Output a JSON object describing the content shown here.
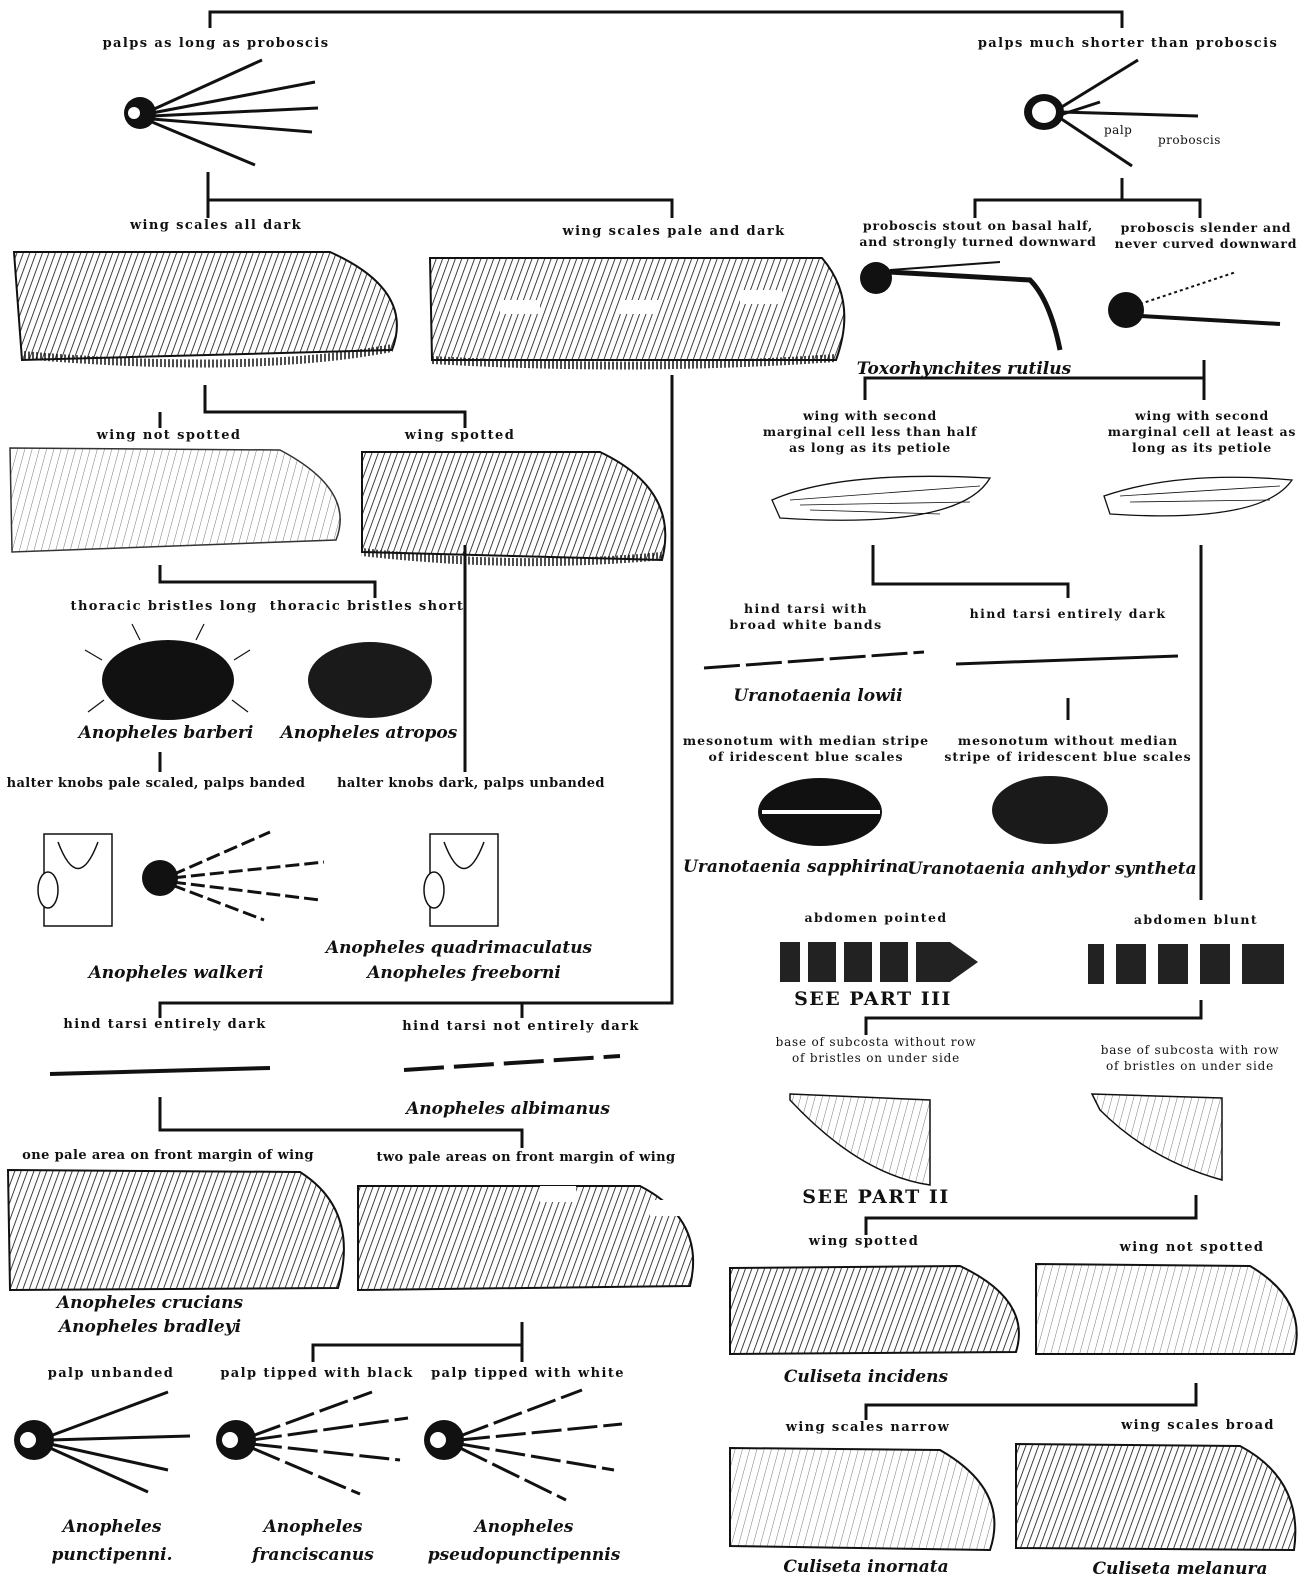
{
  "top": {
    "left": "palps as long as proboscis",
    "right": "palps much shorter than proboscis",
    "palp_label": "palp",
    "proboscis_label": "proboscis"
  },
  "left": {
    "scales_dark": "wing scales all dark",
    "scales_pale_dark": "wing scales pale and dark",
    "wing_not_spotted": "wing not spotted",
    "wing_spotted": "wing spotted",
    "bristles_long": "thoracic bristles long",
    "bristles_short": "thoracic bristles short",
    "sp_barberi": "Anopheles barberi",
    "sp_atropos": "Anopheles atropos",
    "halter_pale": "halter knobs pale scaled, palps banded",
    "halter_dark": "halter knobs dark, palps unbanded",
    "sp_walkeri": "Anopheles walkeri",
    "sp_quad": "Anopheles quadrimaculatus",
    "sp_freeborni": "Anopheles freeborni",
    "hind_dark": "hind tarsi entirely dark",
    "hind_not_dark": "hind tarsi not entirely dark",
    "sp_albimanus": "Anopheles albimanus",
    "one_pale": "one pale area on front margin of wing",
    "two_pale": "two pale areas on front margin of wing",
    "sp_crucians": "Anopheles crucians",
    "sp_bradleyi": "Anopheles bradleyi",
    "palp_unbanded": "palp unbanded",
    "palp_black": "palp tipped with black",
    "palp_white": "palp tipped with white",
    "sp_punct_1": "Anopheles",
    "sp_punct_2": "punctipenni.",
    "sp_fran_1": "Anopheles",
    "sp_fran_2": "franciscanus",
    "sp_pseudo_1": "Anopheles",
    "sp_pseudo_2": "pseudopunctipennis"
  },
  "right": {
    "stout": "proboscis stout on basal half,\nand strongly turned downward",
    "slender": "proboscis slender and\nnever curved downward",
    "sp_toxo": "Toxorhynchites rutilus",
    "cell_less": "wing with second\nmarginal cell less than half\nas long as its petiole",
    "cell_least": "wing with second\nmarginal cell at least as\nlong as its petiole",
    "hind_white": "hind tarsi with\nbroad white bands",
    "hind_dark": "hind tarsi entirely dark",
    "sp_lowii": "Uranotaenia lowii",
    "meso_with": "mesonotum with median stripe\nof iridescent blue scales",
    "meso_without": "mesonotum without median\nstripe of iridescent blue scales",
    "sp_sapph": "Uranotaenia sapphirina",
    "sp_anhydor": "Uranotaenia anhydor syntheta",
    "abd_pointed": "abdomen pointed",
    "abd_blunt": "abdomen blunt",
    "see3": "SEE PART III",
    "subcosta_without": "base of subcosta without row\nof bristles on under side",
    "subcosta_with": "base of subcosta with row\nof bristles on under side",
    "see2": "SEE PART II",
    "wing_spotted": "wing spotted",
    "wing_not_spotted": "wing not spotted",
    "sp_incidens": "Culiseta incidens",
    "scales_narrow": "wing scales narrow",
    "scales_broad": "wing scales broad",
    "sp_inornata": "Culiseta inornata",
    "sp_melanura": "Culiseta melanura"
  }
}
